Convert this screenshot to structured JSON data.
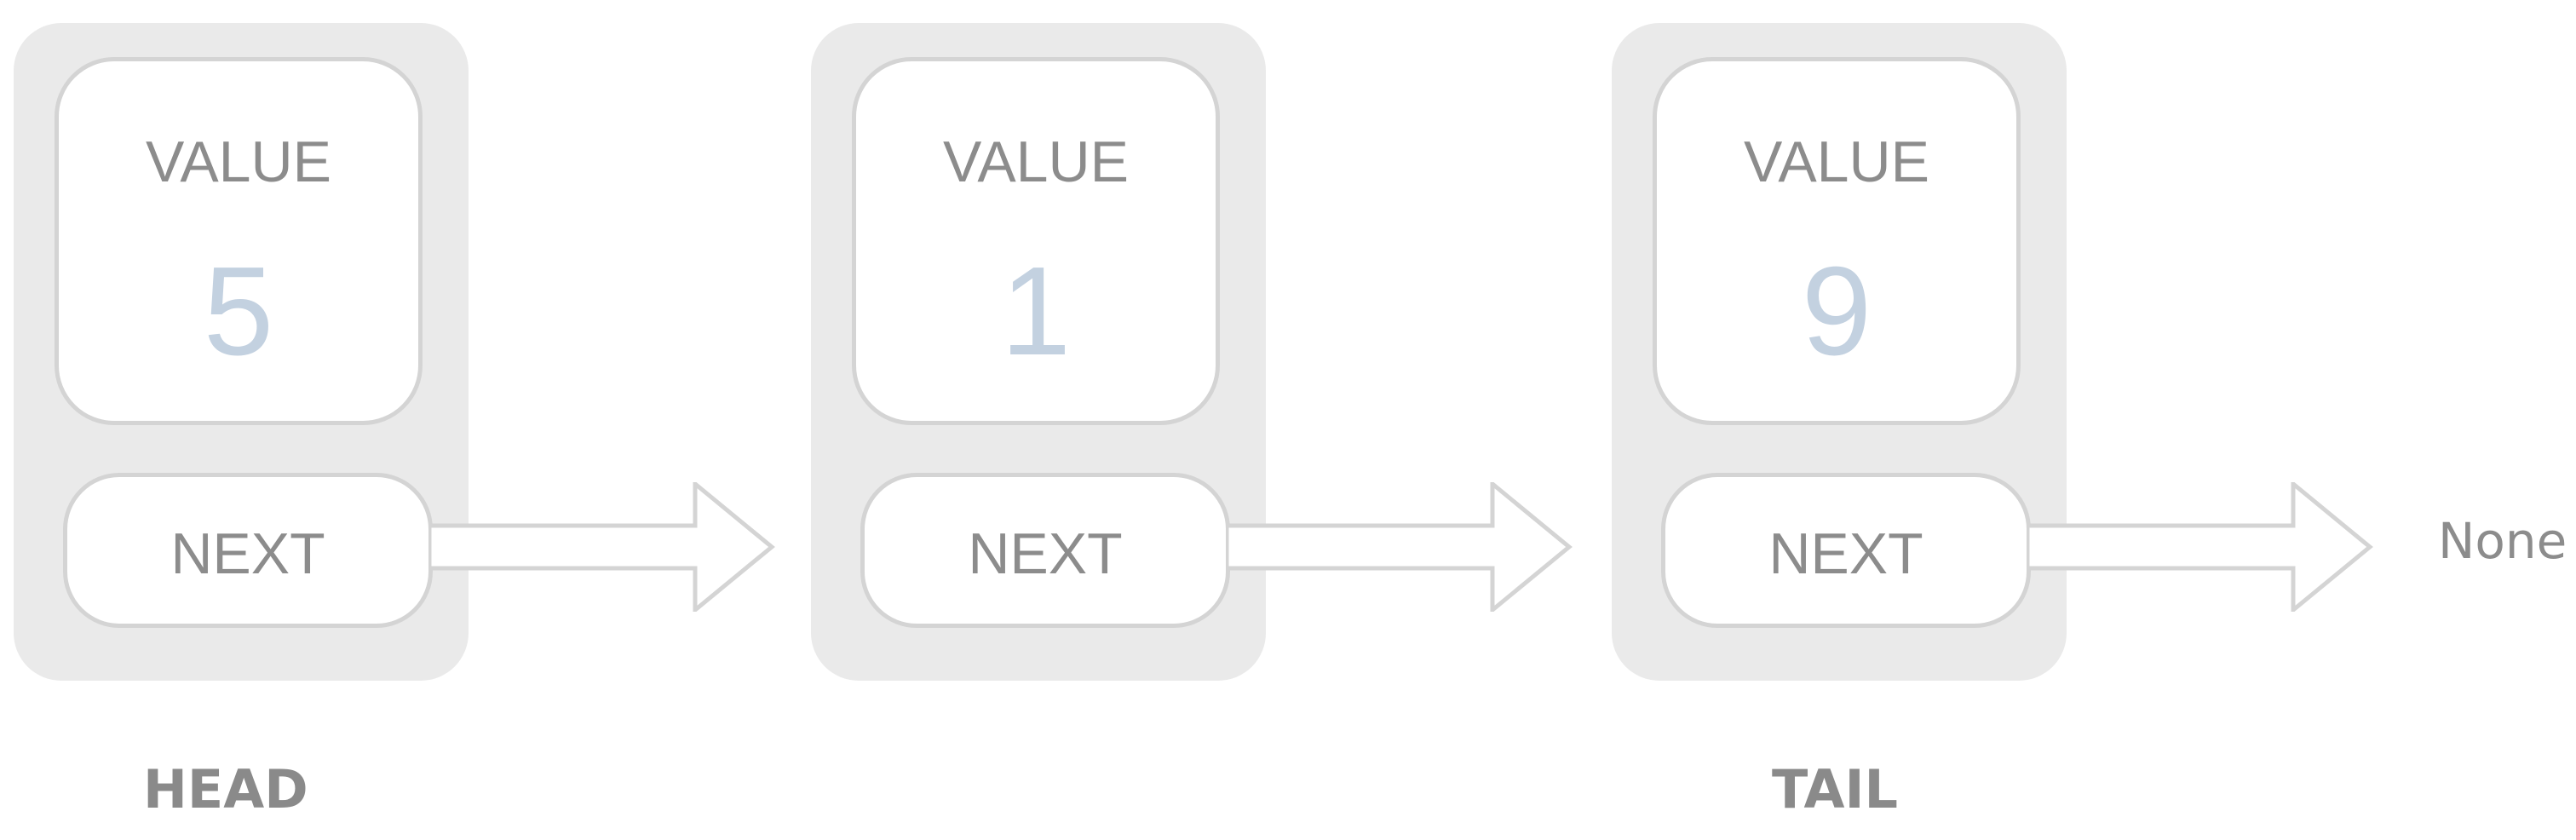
{
  "nodes": [
    {
      "value_label": "VALUE",
      "value": "5",
      "next_label": "NEXT"
    },
    {
      "value_label": "VALUE",
      "value": "1",
      "next_label": "NEXT"
    },
    {
      "value_label": "VALUE",
      "value": "9",
      "next_label": "NEXT"
    }
  ],
  "terminal": "None",
  "labels": {
    "head": "HEAD",
    "tail": "TAIL"
  },
  "colors": {
    "node_background": "#eaeaea",
    "box_border": "#d4d4d4",
    "label_text": "#8c8c8c",
    "value_text": "#c3d1e0"
  }
}
